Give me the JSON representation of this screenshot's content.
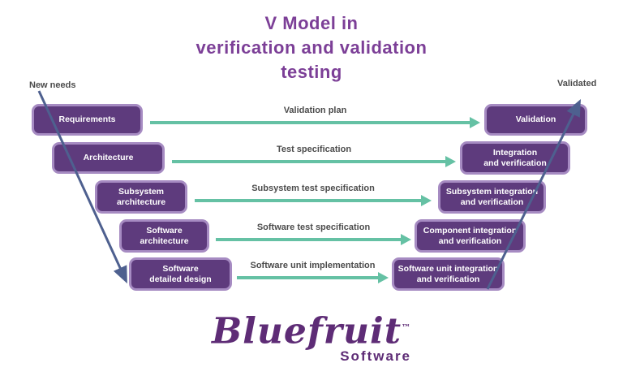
{
  "title": {
    "line1": "V Model in",
    "line2": "verification and validation",
    "line3": "testing"
  },
  "flow_labels": {
    "start": "New needs",
    "end": "Validated"
  },
  "left_column": {
    "boxes": [
      {
        "line1": "Requirements",
        "line2": ""
      },
      {
        "line1": "Architecture",
        "line2": ""
      },
      {
        "line1": "Subsystem",
        "line2": "architecture"
      },
      {
        "line1": "Software",
        "line2": "architecture"
      },
      {
        "line1": "Software",
        "line2": "detailed design"
      }
    ]
  },
  "right_column": {
    "boxes": [
      {
        "line1": "Validation",
        "line2": ""
      },
      {
        "line1": "Integration",
        "line2": "and verification"
      },
      {
        "line1": "Subsystem integration",
        "line2": "and verification"
      },
      {
        "line1": "Component integration",
        "line2": "and verification"
      },
      {
        "line1": "Software unit integration",
        "line2": "and verification"
      }
    ]
  },
  "arrows": [
    {
      "label": "Validation plan"
    },
    {
      "label": "Test specification"
    },
    {
      "label": "Subsystem test specification"
    },
    {
      "label": "Software test specification"
    },
    {
      "label": "Software unit implementation"
    }
  ],
  "logo": {
    "brand": "Bluefruit",
    "trademark": "™",
    "subtitle": "Software"
  },
  "colors": {
    "title": "#7C3F97",
    "box_fill": "#5E3B7D",
    "box_border": "#A68BC2",
    "box_text": "#FFFFFF",
    "arrow_green": "#65C1A4",
    "arrow_label_gray": "#4B4B4B",
    "diagonal_arrow_blue": "#4E608F",
    "logo_purple": "#5E2C76"
  }
}
